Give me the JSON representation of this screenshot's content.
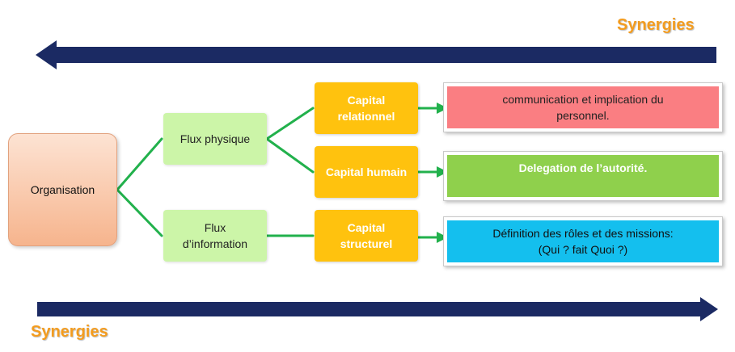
{
  "synergies": {
    "top_label": "Synergies",
    "bottom_label": "Synergies"
  },
  "nodes": {
    "organisation": "Organisation",
    "flux_physique": "Flux physique",
    "flux_information_line1": "Flux",
    "flux_information_line2": "d’information",
    "capital_relationnel_line1": "Capital",
    "capital_relationnel_line2": "relationnel",
    "capital_humain": "Capital humain",
    "capital_structurel_line1": "Capital",
    "capital_structurel_line2": "structurel"
  },
  "outcomes": {
    "communication_line1": "communication et implication du",
    "communication_line2": "personnel.",
    "delegation": "Delegation de l’autorité.",
    "definition_line1": "Définition des rôles et des missions:",
    "definition_line2": "(Qui ? fait Quoi ?)"
  },
  "colors": {
    "navy_arrow": "#1b2a63",
    "connector_green": "#22b14c",
    "synergy_orange": "#f39c1f",
    "capital_yellow": "#ffc20e",
    "flux_green": "#ccf5a8",
    "communication_red": "#fa7e82",
    "delegation_green": "#8fd04c",
    "definition_blue": "#14bfee"
  }
}
